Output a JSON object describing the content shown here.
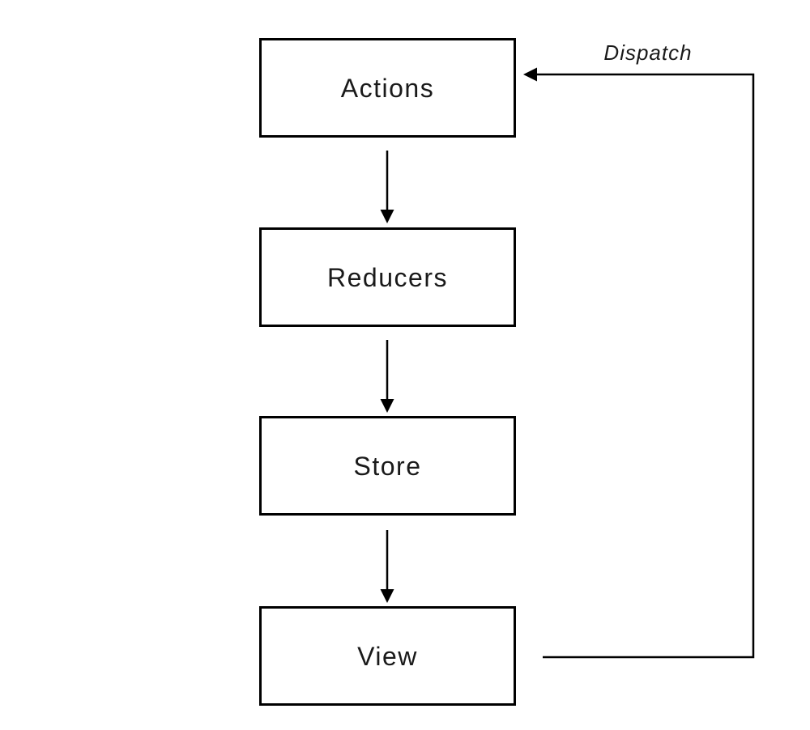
{
  "diagram": {
    "nodes": [
      {
        "id": "actions",
        "label": "Actions"
      },
      {
        "id": "reducers",
        "label": "Reducers"
      },
      {
        "id": "store",
        "label": "Store"
      },
      {
        "id": "view",
        "label": "View"
      }
    ],
    "edges": [
      {
        "from": "actions",
        "to": "reducers",
        "label": ""
      },
      {
        "from": "reducers",
        "to": "store",
        "label": ""
      },
      {
        "from": "store",
        "to": "view",
        "label": ""
      },
      {
        "from": "view",
        "to": "actions",
        "label": "Dispatch"
      }
    ],
    "colors": {
      "stroke": "#000000",
      "background": "#ffffff",
      "text": "#1a1a1a"
    }
  }
}
